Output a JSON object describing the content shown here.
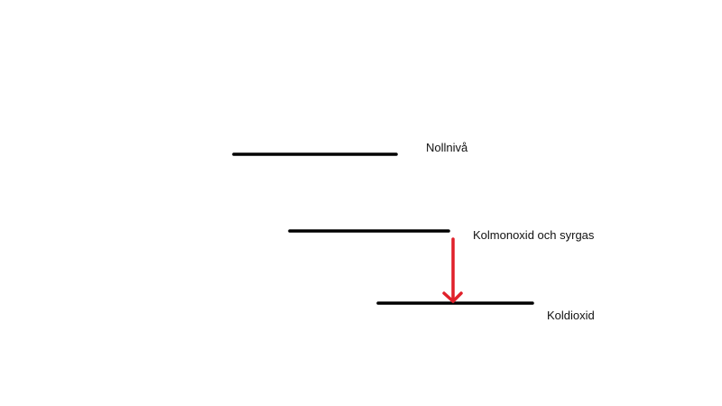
{
  "diagram": {
    "title": "Energy level diagram",
    "levels": [
      {
        "label": "Nollnivå"
      },
      {
        "label": "Kolmonoxid och syrgas"
      },
      {
        "label": "Koldioxid"
      }
    ],
    "arrow": {
      "from": "Kolmonoxid och syrgas",
      "to": "Koldioxid",
      "color": "#e0202a"
    },
    "line_color": "#000000"
  }
}
